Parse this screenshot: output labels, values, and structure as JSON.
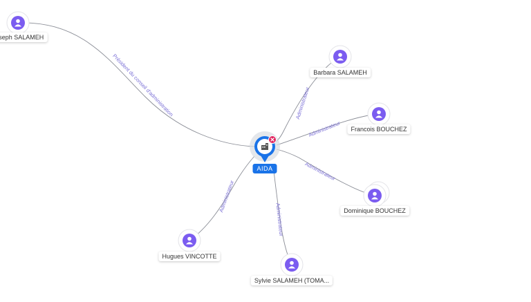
{
  "center": {
    "name": "AIDA",
    "icon": "company-icon",
    "badge_icon": "close-icon",
    "accent": "#1a73e8",
    "badge_color": "#e0245e"
  },
  "person_icon": "person-icon",
  "person_color": "#7b5cf0",
  "edge_label_color": "#7a6fd6",
  "people": [
    {
      "name": "Joseph SALAMEH",
      "role": "Président du conseil d'administration"
    },
    {
      "name": "Barbara SALAMEH",
      "role": "Administrateur"
    },
    {
      "name": "Francois BOUCHEZ",
      "role": "Administrateur"
    },
    {
      "name": "Dominique BOUCHEZ",
      "role": "Administrateur"
    },
    {
      "name": "Sylvie SALAMEH (TOMA...",
      "role": "Administrateur"
    },
    {
      "name": "Hugues VINCOTTE",
      "role": "Administrateur"
    }
  ]
}
